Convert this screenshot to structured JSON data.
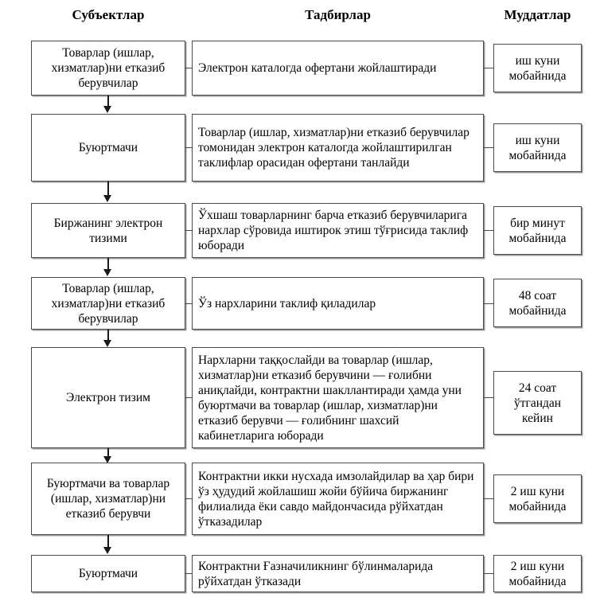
{
  "headers": {
    "subjects": "Субъектлар",
    "measures": "Тадбирлар",
    "terms": "Муддатлар"
  },
  "chart_data": {
    "type": "table",
    "title": "",
    "columns": [
      "Субъектлар",
      "Тадбирлар",
      "Муддатлар"
    ],
    "rows": [
      {
        "subject": "Товарлар (ишлар, хизматлар)ни етказиб берувчилар",
        "measure": "Электрон каталогда офертани жойлаштиради",
        "term": "иш куни мобайнида"
      },
      {
        "subject": "Буюртмачи",
        "measure": "Товарлар (ишлар, хизматлар)ни етказиб берувчилар томонидан электрон каталогда жойлаштирилган таклифлар орасидан офертани танлайди",
        "term": "иш куни мобайнида"
      },
      {
        "subject": "Биржанинг электрон тизими",
        "measure": "Ўхшаш товарларнинг барча етказиб берувчиларига нархлар сўровида иштирок этиш тўғрисида таклиф юборади",
        "term": "бир минут мобайнида"
      },
      {
        "subject": "Товарлар (ишлар, хизматлар)ни етказиб берувчилар",
        "measure": "Ўз нархларини таклиф қиладилар",
        "term": "48 соат мобайнида"
      },
      {
        "subject": "Электрон тизим",
        "measure": "Нархларни таққослайди ва товарлар (ишлар, хизматлар)ни етказиб берувчини — ғолибни аниқлайди, контрактни шакллантиради ҳамда уни буюртмачи ва товарлар (ишлар, хизматлар)ни етказиб берувчи — ғолибнинг шахсий кабинетларига юборади",
        "term": "24 соат ўтгандан кейин"
      },
      {
        "subject": "Буюртмачи ва товарлар (ишлар, хизматлар)ни етказиб берувчи",
        "measure": "Контрактни икки нусхада имзолайдилар ва ҳар бири ўз ҳудудий жойлашиш жойи бўйича биржанинг филиалида ёки савдо майдончасида рўйхатдан ўтказадилар",
        "term": "2 иш куни мобайнида"
      },
      {
        "subject": "Буюртмачи",
        "measure": "Контрактни Ғазначиликнинг бўлинмаларида рўйхатдан ўтказади",
        "term": "2 иш куни мобайнида"
      }
    ]
  },
  "colors": {
    "border": "#4a4a4a",
    "shadow": "#9a9a9a",
    "arrow": "#1a1a1a",
    "background": "#ffffff",
    "text": "#000000"
  }
}
